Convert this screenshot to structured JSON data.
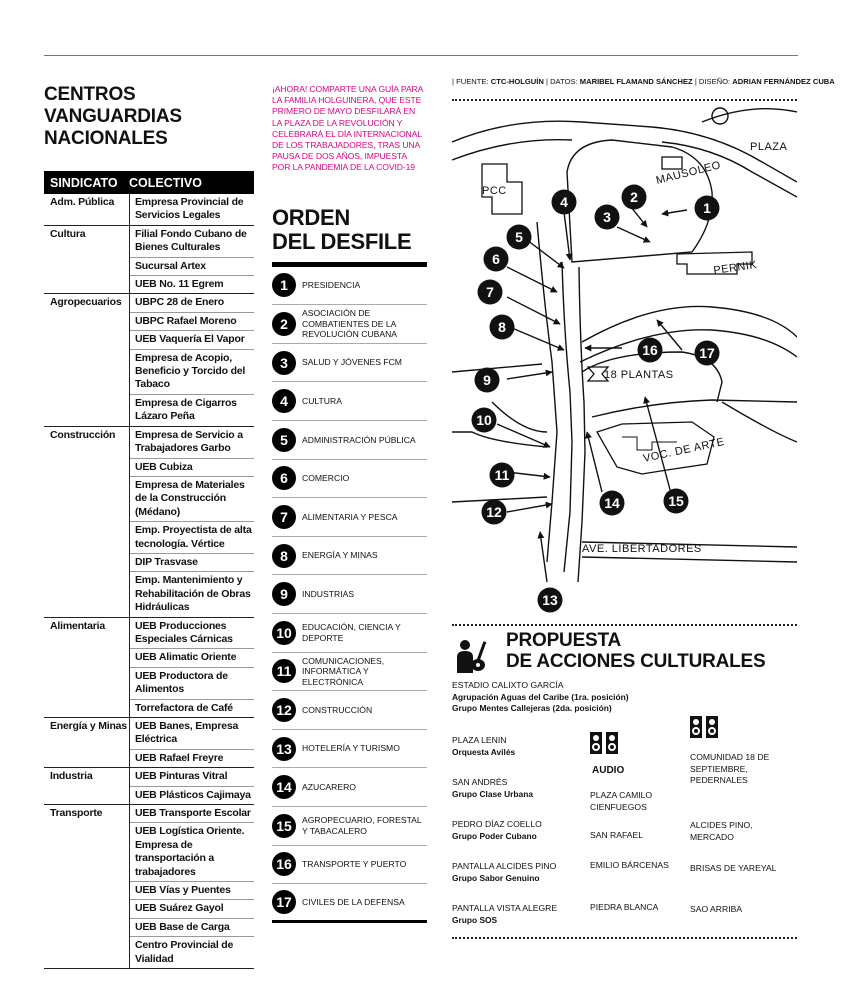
{
  "left": {
    "title_line1": "CENTROS VANGUARDIAS",
    "title_line2": "NACIONALES",
    "header_sindicato": "SINDICATO",
    "header_colectivo": "COLECTIVO",
    "groups": [
      {
        "sindicato": "Adm. Pública",
        "colectivos": [
          "Empresa Provincial de Servicios Legales"
        ]
      },
      {
        "sindicato": "Cultura",
        "colectivos": [
          "Filial Fondo Cubano de Bienes Culturales",
          "Sucursal Artex",
          "UEB No. 11 Egrem"
        ]
      },
      {
        "sindicato": "Agropecuarios",
        "colectivos": [
          "UBPC 28 de Enero",
          "UBPC Rafael Moreno",
          "UEB Vaquería El Vapor",
          "Empresa de Acopio, Beneficio y Torcido del Tabaco",
          "Empresa de Cigarros Lázaro Peña"
        ]
      },
      {
        "sindicato": "Construcción",
        "colectivos": [
          "Empresa de Servicio a Trabajadores Garbo",
          "UEB Cubiza",
          "Empresa de Materiales de la Construcción (Médano)",
          "Emp. Proyectista de alta tecnología. Vértice",
          "DIP Trasvase",
          "Emp. Mantenimiento y Rehabilitación de Obras Hidráulicas"
        ]
      },
      {
        "sindicato": "Alimentaria",
        "colectivos": [
          "UEB Producciones Especiales Cárnicas",
          "UEB Alimatic Oriente",
          "UEB Productora de Alimentos",
          "Torrefactora de Café"
        ]
      },
      {
        "sindicato": "Energía y Minas",
        "colectivos": [
          "UEB Banes, Empresa Eléctrica",
          "UEB Rafael Freyre"
        ]
      },
      {
        "sindicato": "Industria",
        "colectivos": [
          "UEB Pinturas Vitral",
          "UEB Plásticos Cajimaya"
        ]
      },
      {
        "sindicato": "Transporte",
        "colectivos": [
          "UEB Transporte Escolar",
          "UEB Logística Oriente. Empresa de transportación a trabajadores",
          "UEB Vías y Puentes",
          "UEB Suárez Gayol",
          "UEB Base de Carga",
          "Centro Provincial de Vialidad"
        ]
      }
    ]
  },
  "mid": {
    "intro": "¡AHORA! COMPARTE UNA GUÍA PARA LA FAMILIA HOLGUINERA, QUE ESTE PRIMERO DE MAYO DESFILARÁ EN LA PLAZA DE LA REVOLUCIÓN Y CELEBRARÁ EL DÍA INTERNACIONAL DE LOS TRABAJADORES, TRAS UNA PAUSA DE DOS AÑOS, IMPUESTA POR LA PANDEMIA DE LA COVID-19",
    "title_line1": "ORDEN",
    "title_line2": "DEL DESFILE",
    "order": [
      {
        "n": "1",
        "label": "PRESIDENCIA"
      },
      {
        "n": "2",
        "label": "ASOCIACIÓN DE COMBATIENTES DE LA REVOLUCIÓN CUBANA"
      },
      {
        "n": "3",
        "label": "SALUD Y JÓVENES FCM"
      },
      {
        "n": "4",
        "label": "CULTURA"
      },
      {
        "n": "5",
        "label": "ADMINISTRACIÓN PÚBLICA"
      },
      {
        "n": "6",
        "label": "COMERCIO"
      },
      {
        "n": "7",
        "label": "ALIMENTARIA Y PESCA"
      },
      {
        "n": "8",
        "label": "ENERGÍA Y MINAS"
      },
      {
        "n": "9",
        "label": "INDUSTRIAS"
      },
      {
        "n": "10",
        "label": "EDUCACIÓN, CIENCIA Y DEPORTE"
      },
      {
        "n": "11",
        "label": "COMUNICACIONES, INFORMÁTICA Y ELECTRÓNICA"
      },
      {
        "n": "12",
        "label": "CONSTRUCCIÓN"
      },
      {
        "n": "13",
        "label": "HOTELERÍA Y TURISMO"
      },
      {
        "n": "14",
        "label": "AZUCARERO"
      },
      {
        "n": "15",
        "label": "AGROPECUARIO, FORESTAL Y TABACALERO"
      },
      {
        "n": "16",
        "label": "TRANSPORTE Y PUERTO"
      },
      {
        "n": "17",
        "label": "CIVILES DE LA DEFENSA"
      }
    ]
  },
  "credits": {
    "fuente_label": "FUENTE:",
    "fuente": "CTC-HOLGUÍN",
    "datos_label": "DATOS:",
    "datos": "MARIBEL FLAMAND SÁNCHEZ",
    "diseno_label": "DISEÑO:",
    "diseno": "ADRIAN FERNÁNDEZ CUBA"
  },
  "map": {
    "labels": {
      "plaza": "PLAZA",
      "mausoleo": "MAUSOLEO",
      "pcc": "PCC",
      "pernik": "PERNIK",
      "plantas": "18 PLANTAS",
      "voc": "VOC. DE ARTE",
      "ave": "AVE. LIBERTADORES"
    },
    "markers": [
      "1",
      "2",
      "3",
      "4",
      "5",
      "6",
      "7",
      "8",
      "9",
      "10",
      "11",
      "12",
      "13",
      "14",
      "15",
      "16",
      "17"
    ]
  },
  "propuesta": {
    "title_line1": "PROPUESTA",
    "title_line2": "DE ACCIONES CULTURALES",
    "estadio": "ESTADIO CALIXTO GARCÍA",
    "estadio_g1": "Agrupación Aguas del Caribe (1ra. posición)",
    "estadio_g2": "Grupo Mentes Callejeras (2da. posición)",
    "col1": [
      {
        "place": "PLAZA LENIN",
        "group": "Orquesta Avilés"
      },
      {
        "place": "SAN ANDRÉS",
        "group": "Grupo Clase Urbana"
      },
      {
        "place": "PEDRO DÍAZ COELLO",
        "group": "Grupo Poder Cubano"
      },
      {
        "place": "PANTALLA ALCIDES PINO",
        "group": "Grupo Sabor Genuino"
      },
      {
        "place": "PANTALLA VISTA ALEGRE",
        "group": "Grupo SOS"
      }
    ],
    "audio_label": "AUDIO",
    "col2": [
      "PLAZA CAMILO CIENFUEGOS",
      "SAN RAFAEL",
      "EMILIO BÁRCENAS",
      "PIEDRA BLANCA"
    ],
    "col3": [
      "COMUNIDAD 18 DE SEPTIEMBRE, PEDERNALES",
      "ALCIDES PINO, MERCADO",
      "BRISAS DE YAREYAL",
      "SAO ARRIBA"
    ]
  }
}
